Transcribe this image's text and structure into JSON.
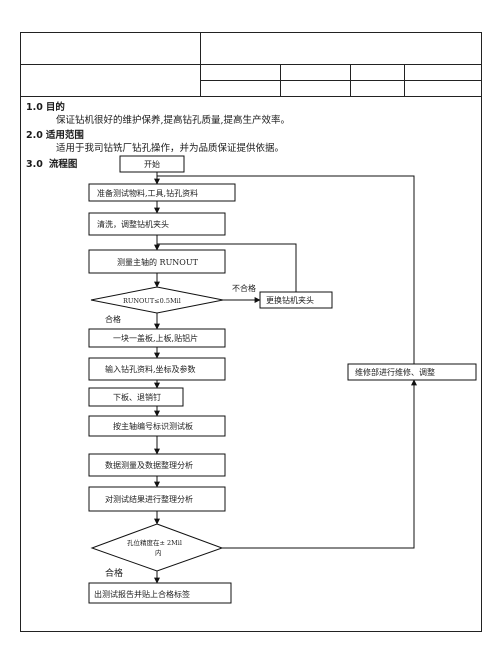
{
  "sections": [
    {
      "num": "1.0",
      "title": "目的",
      "text": "保证钻机很好的维护保养,提高钻孔质量,提高生产效率。"
    },
    {
      "num": "2.0",
      "title": "适用范围",
      "text": "适用于我司钻铣厂钻孔操作，并为品质保证提供依据。"
    },
    {
      "num": "3.0",
      "title": "流程图",
      "text": ""
    }
  ],
  "flow": {
    "start": "开始",
    "step1": "准备测试物料,工具,钻孔资料",
    "step2": "清洗，调整钻机夹头",
    "step3": "测量主轴的 RUNOUT",
    "decision1": "RUNOUT≤0.5Mil",
    "fail_label": "不合格",
    "pass_label1": "合格",
    "replace": "更换钻机夹头",
    "step4": "一块一盖板,上板,贴铝片",
    "step5": "输入钻孔资料,坐标及参数",
    "step6": "下板、退销钉",
    "step7": "按主轴编号标识测试板",
    "step8": "数据测量及数据整理分析",
    "step9": "对测试结果进行整理分析",
    "decision2_line1": "孔位精度在± 2Mil",
    "decision2_line2": "内",
    "pass_label2": "合格",
    "final": "出测试报告并贴上合格标签",
    "maintenance": "维修部进行维修、调整"
  }
}
